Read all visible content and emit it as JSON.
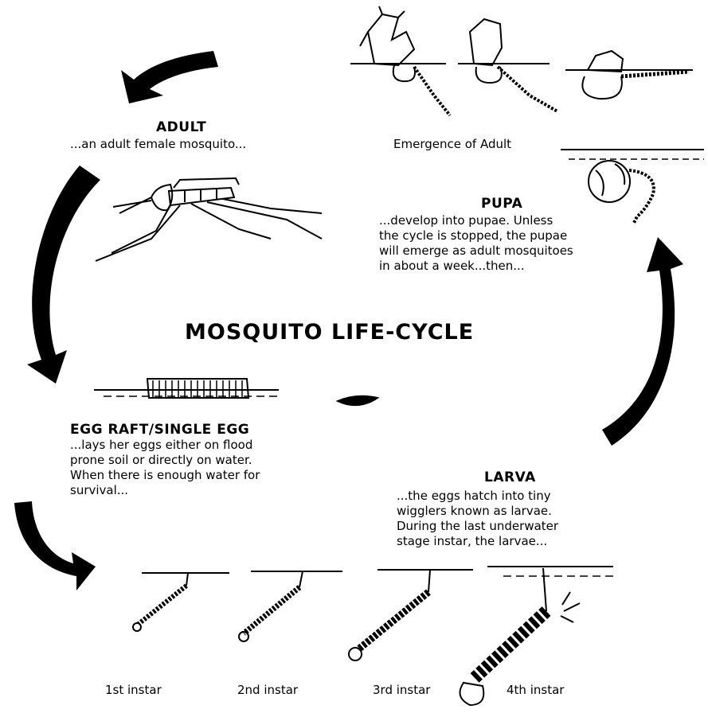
{
  "title": "MOSQUITO LIFE-CYCLE",
  "stages": {
    "adult": {
      "heading": "ADULT",
      "text": "...an adult female mosquito..."
    },
    "emergence": {
      "caption": "Emergence of Adult"
    },
    "pupa": {
      "heading": "PUPA",
      "lines": [
        "...develop into pupae.  Unless",
        "the cycle is stopped, the pupae",
        "will emerge as adult mosquitoes",
        "in about a week...then..."
      ]
    },
    "egg": {
      "heading": "EGG RAFT/SINGLE EGG",
      "lines": [
        "...lays her eggs either on flood",
        "prone soil or directly on water.",
        "When there is enough water for",
        "survival..."
      ]
    },
    "larva": {
      "heading": "LARVA",
      "lines": [
        "...the eggs hatch into tiny",
        "wigglers known as larvae.",
        "During the last underwater",
        "stage instar, the larvae..."
      ]
    }
  },
  "instars": [
    "1st instar",
    "2nd instar",
    "3rd instar",
    "4th instar"
  ]
}
